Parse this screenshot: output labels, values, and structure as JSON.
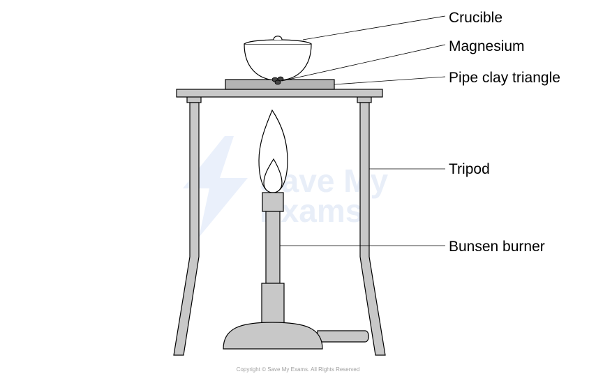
{
  "labels": {
    "crucible": "Crucible",
    "magnesium": "Magnesium",
    "pipe_clay_triangle": "Pipe clay triangle",
    "tripod": "Tripod",
    "bunsen_burner": "Bunsen burner"
  },
  "watermark": {
    "line1": "Save My",
    "line2": "Exams"
  },
  "copyright": "Copyright © Save My Exams. All Rights Reserved",
  "colors": {
    "apparatus_fill": "#c8c8c8",
    "triangle_fill": "#b4b4b4",
    "outline": "#000000",
    "watermark": "#e8eef8"
  }
}
